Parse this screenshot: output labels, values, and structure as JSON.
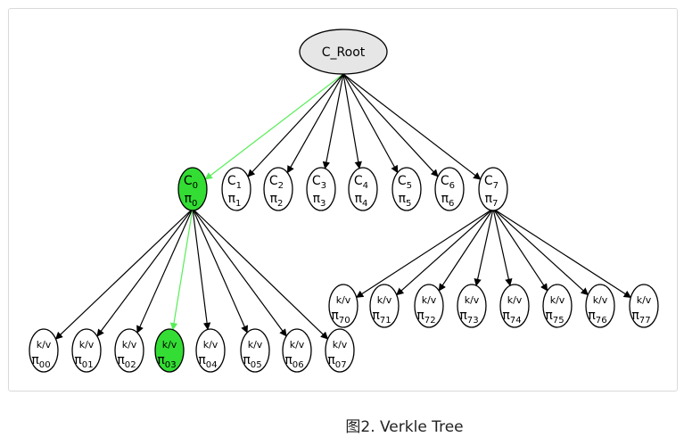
{
  "diagram": {
    "root": {
      "label": "C_Root",
      "fill": "#e6e6e6"
    },
    "commitments": [
      {
        "c": "C",
        "c_sub": "0",
        "p": "π",
        "p_sub": "0",
        "highlight": true
      },
      {
        "c": "C",
        "c_sub": "1",
        "p": "π",
        "p_sub": "1",
        "highlight": false
      },
      {
        "c": "C",
        "c_sub": "2",
        "p": "π",
        "p_sub": "2",
        "highlight": false
      },
      {
        "c": "C",
        "c_sub": "3",
        "p": "π",
        "p_sub": "3",
        "highlight": false
      },
      {
        "c": "C",
        "c_sub": "4",
        "p": "π",
        "p_sub": "4",
        "highlight": false
      },
      {
        "c": "C",
        "c_sub": "5",
        "p": "π",
        "p_sub": "5",
        "highlight": false
      },
      {
        "c": "C",
        "c_sub": "6",
        "p": "π",
        "p_sub": "6",
        "highlight": false
      },
      {
        "c": "C",
        "c_sub": "7",
        "p": "π",
        "p_sub": "7",
        "highlight": false
      }
    ],
    "leaves_c0": [
      {
        "kv": "k/v",
        "p": "π",
        "p_sub": "00",
        "highlight": false
      },
      {
        "kv": "k/v",
        "p": "π",
        "p_sub": "01",
        "highlight": false
      },
      {
        "kv": "k/v",
        "p": "π",
        "p_sub": "02",
        "highlight": false
      },
      {
        "kv": "k/v",
        "p": "π",
        "p_sub": "03",
        "highlight": true
      },
      {
        "kv": "k/v",
        "p": "π",
        "p_sub": "04",
        "highlight": false
      },
      {
        "kv": "k/v",
        "p": "π",
        "p_sub": "05",
        "highlight": false
      },
      {
        "kv": "k/v",
        "p": "π",
        "p_sub": "06",
        "highlight": false
      },
      {
        "kv": "k/v",
        "p": "π",
        "p_sub": "07",
        "highlight": false
      }
    ],
    "leaves_c7": [
      {
        "kv": "k/v",
        "p": "π",
        "p_sub": "70",
        "highlight": false
      },
      {
        "kv": "k/v",
        "p": "π",
        "p_sub": "71",
        "highlight": false
      },
      {
        "kv": "k/v",
        "p": "π",
        "p_sub": "72",
        "highlight": false
      },
      {
        "kv": "k/v",
        "p": "π",
        "p_sub": "73",
        "highlight": false
      },
      {
        "kv": "k/v",
        "p": "π",
        "p_sub": "74",
        "highlight": false
      },
      {
        "kv": "k/v",
        "p": "π",
        "p_sub": "75",
        "highlight": false
      },
      {
        "kv": "k/v",
        "p": "π",
        "p_sub": "76",
        "highlight": false
      },
      {
        "kv": "k/v",
        "p": "π",
        "p_sub": "77",
        "highlight": false
      }
    ],
    "highlight_fill": "#33dd33",
    "highlight_edge": "#55ee55",
    "edge_color": "#000000",
    "node_fill": "#ffffff"
  },
  "caption": "图2. Verkle Tree"
}
